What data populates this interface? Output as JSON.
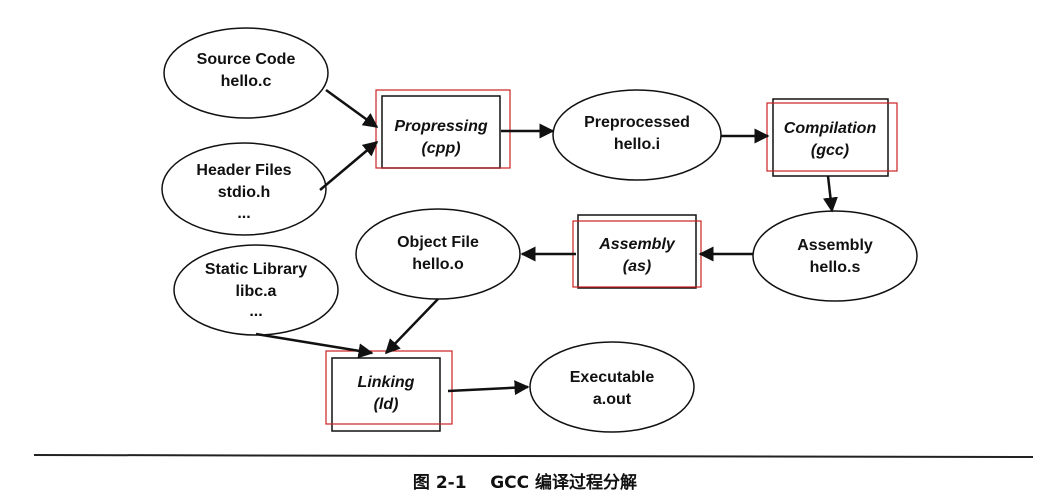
{
  "nodes": {
    "source": {
      "line1": "Source Code",
      "line2": "hello.c"
    },
    "header": {
      "line1": "Header Files",
      "line2": "stdio.h",
      "line3": "..."
    },
    "preprocessed": {
      "line1": "Preprocessed",
      "line2": "hello.i"
    },
    "assembly_file": {
      "line1": "Assembly",
      "line2": "hello.s"
    },
    "object": {
      "line1": "Object File",
      "line2": "hello.o"
    },
    "static_lib": {
      "line1": "Static Library",
      "line2": "libc.a",
      "line3": "..."
    },
    "executable": {
      "line1": "Executable",
      "line2": "a.out"
    }
  },
  "steps": {
    "preprocessing": {
      "line1": "Propressing",
      "line2": "(cpp)"
    },
    "compilation": {
      "line1": "Compilation",
      "line2": "(gcc)"
    },
    "assembly": {
      "line1": "Assembly",
      "line2": "(as)"
    },
    "linking": {
      "line1": "Linking",
      "line2": "(ld)"
    }
  },
  "caption": "图 2-1    GCC 编译过程分解",
  "colors": {
    "box_highlight": "#cc2222",
    "stroke": "#111111"
  }
}
